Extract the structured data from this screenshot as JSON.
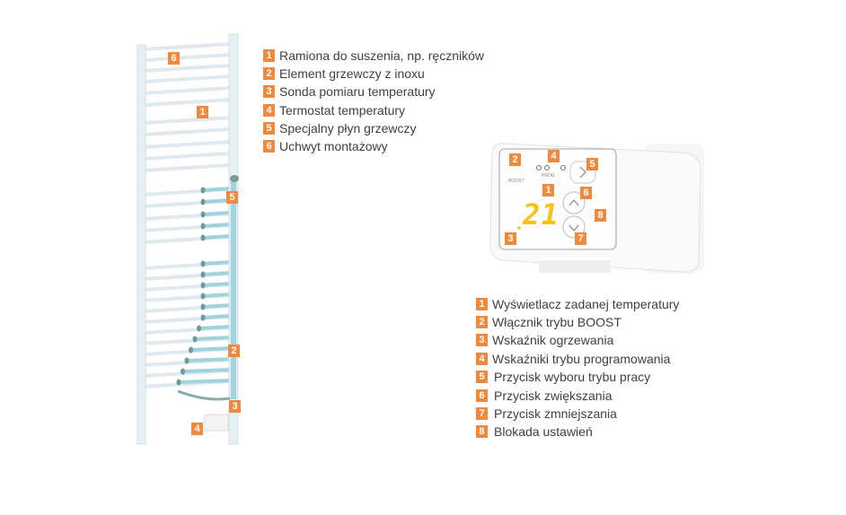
{
  "radiator_legend": [
    {
      "n": "1",
      "label": "Ramiona do suszenia, np. ręczników"
    },
    {
      "n": "2",
      "label": "Element grzewczy z inoxu"
    },
    {
      "n": "3",
      "label": "Sonda pomiaru temperatury"
    },
    {
      "n": "4",
      "label": "Termostat temperatury"
    },
    {
      "n": "5",
      "label": "Specjalny płyn grzewczy"
    },
    {
      "n": "6",
      "label": "Uchwyt montażowy"
    }
  ],
  "thermostat_legend": [
    {
      "n": "1",
      "label": "Wyświetlacz zadanej temperatury"
    },
    {
      "n": "2",
      "label": "Włącznik trybu BOOST"
    },
    {
      "n": "3",
      "label": "Wskaźnik ogrzewania"
    },
    {
      "n": "4",
      "label": "Wskaźniki trybu programowania"
    },
    {
      "n": "5",
      "label": "Przycisk wyboru trybu pracy"
    },
    {
      "n": "6",
      "label": "Przycisk zwiększania"
    },
    {
      "n": "7",
      "label": "Przycisk zmniejszania"
    },
    {
      "n": "8",
      "label": "Blokada ustawień"
    }
  ],
  "display": {
    "temperature": "21",
    "boost": "BOOST",
    "prog": "PROG"
  },
  "colors": {
    "badge": "#f0893c",
    "pipe": "#9fd3de",
    "display": "#f5c21a"
  }
}
